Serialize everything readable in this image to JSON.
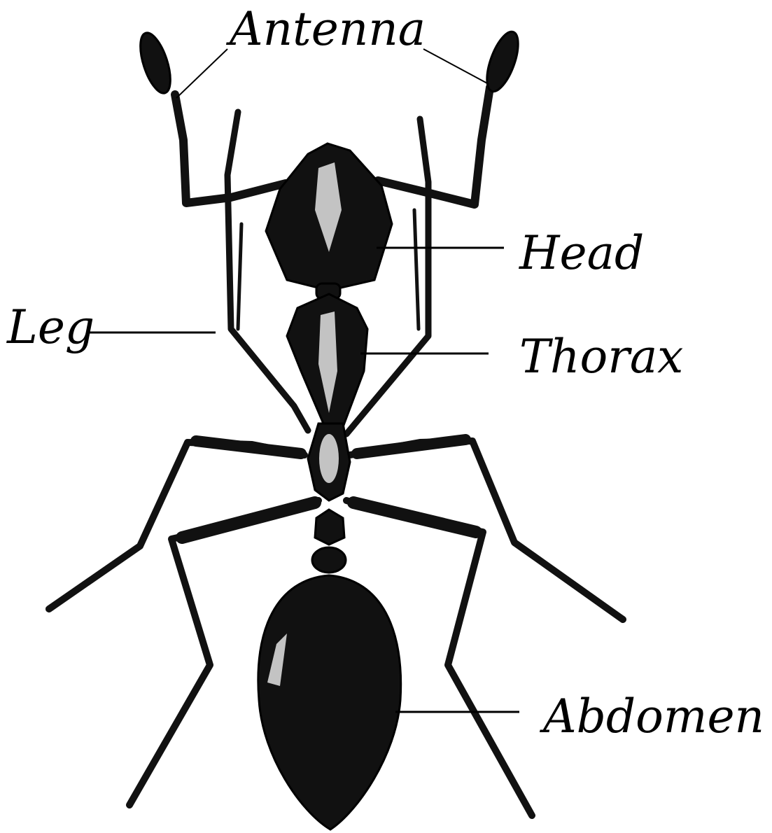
{
  "labels": {
    "antenna": "Antenna",
    "head": "Head",
    "leg": "Leg",
    "thorax": "Thorax",
    "abdomen": "Abdomen"
  },
  "colors": {
    "ink": "#111111",
    "background": "#ffffff"
  }
}
